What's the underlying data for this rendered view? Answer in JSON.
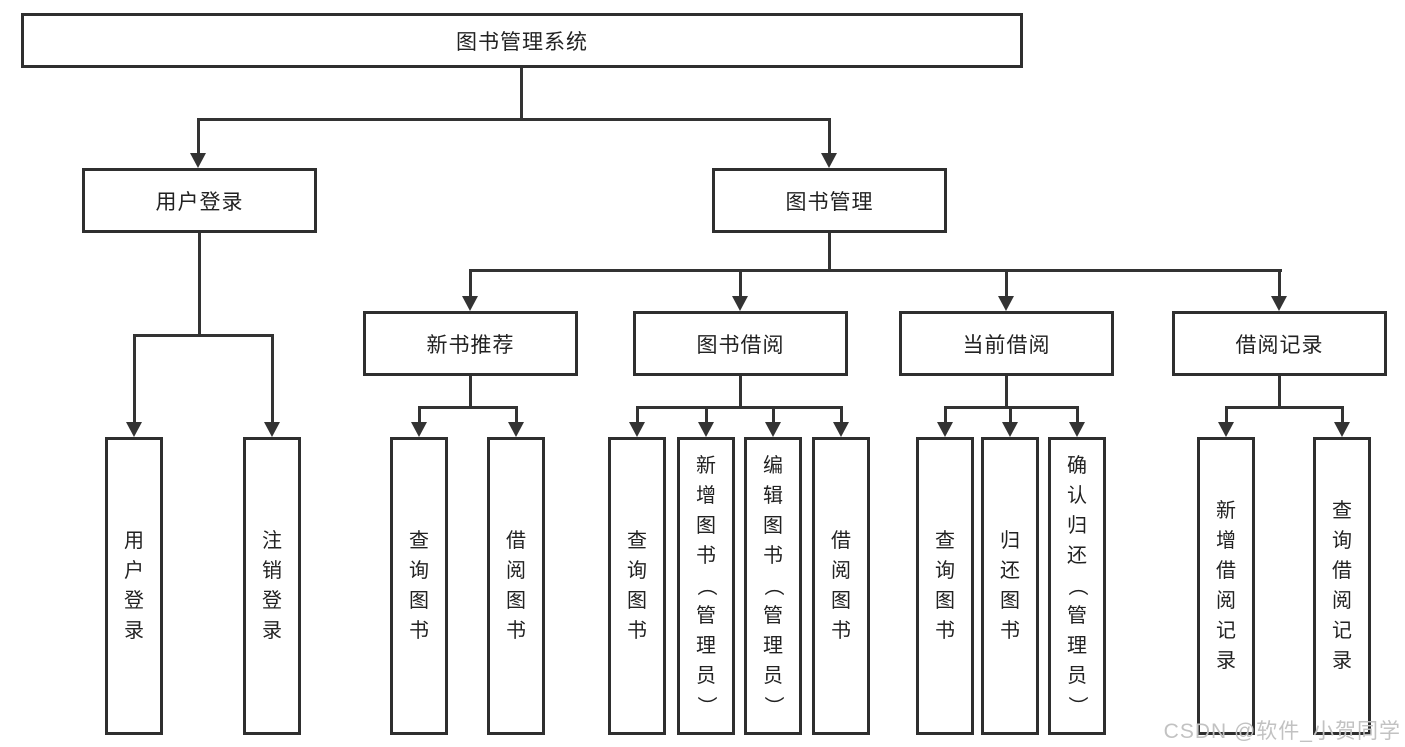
{
  "tree": {
    "root": "图书管理系统",
    "user_login": {
      "label": "用户登录",
      "children": [
        "用户登录",
        "注销登录"
      ]
    },
    "book_mgmt": {
      "label": "图书管理",
      "sections": [
        {
          "label": "新书推荐",
          "children": [
            "查询图书",
            "借阅图书"
          ]
        },
        {
          "label": "图书借阅",
          "children": [
            "查询图书",
            "新增图书（管理员）",
            "编辑图书（管理员）",
            "借阅图书"
          ]
        },
        {
          "label": "当前借阅",
          "children": [
            "查询图书",
            "归还图书",
            "确认归还（管理员）"
          ]
        },
        {
          "label": "借阅记录",
          "children": [
            "新增借阅记录",
            "查询借阅记录"
          ]
        }
      ]
    }
  },
  "watermark": {
    "text": "CSDN @软件_小贺同学"
  },
  "colors": {
    "box_border": "#2f2f2f",
    "line": "#333333",
    "text": "#222222",
    "watermark": "#c2c2c2",
    "background": "#ffffff"
  }
}
